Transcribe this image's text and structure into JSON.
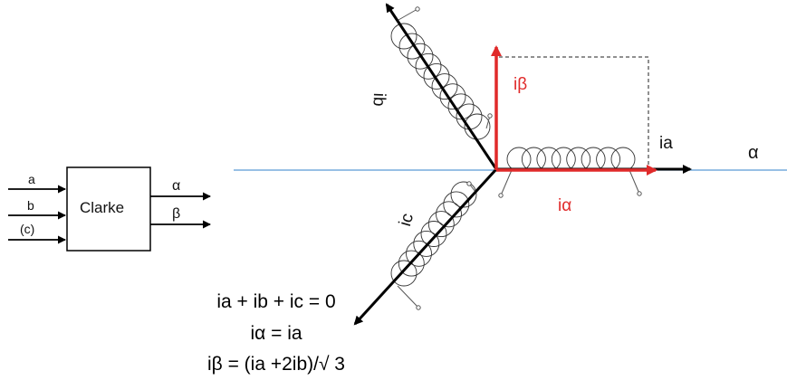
{
  "block": {
    "label": "Clarke",
    "inputs": [
      "a",
      "b",
      "(c)"
    ],
    "outputs": [
      "α",
      "β"
    ]
  },
  "axes": {
    "alpha_label": "α",
    "ia_label": "ia",
    "ialpha_label": "iα",
    "ibeta_label": "iβ",
    "ib_label": "ib",
    "ic_label": "ic"
  },
  "equations": [
    "ia + ib + ic = 0",
    "iα = ia",
    "iβ = (ia +2ib)/√ 3"
  ],
  "colors": {
    "alpha_axis": "#5b9bd5",
    "red_vectors": "#e02a2a",
    "vectors": "#000000"
  }
}
